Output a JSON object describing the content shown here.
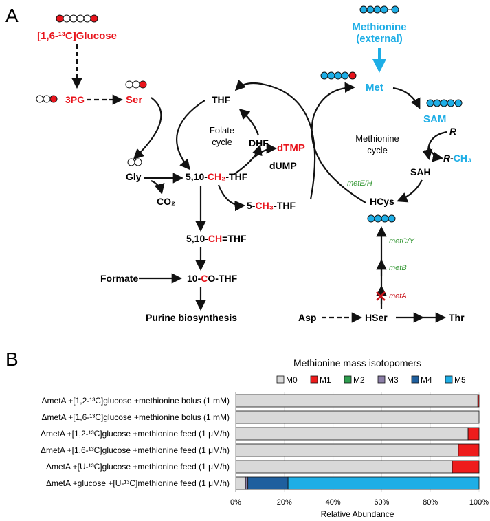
{
  "panel_a": {
    "letter": "A",
    "nodes": {
      "glucose": "[1,6-¹³C]Glucose",
      "pg3": "3PG",
      "ser": "Ser",
      "thf": "THF",
      "folate1": "Folate",
      "folate2": "cycle",
      "dhf": "DHF",
      "dtmp": "dTMP",
      "dump": "dUMP",
      "gly": "Gly",
      "co2": "CO₂",
      "ch2_pre": "5,10-",
      "ch2_mid": "CH₂",
      "ch2_post": "-THF",
      "ch3_pre": "5-",
      "ch3_mid": "CH₃",
      "ch3_post": "-THF",
      "ch_pre": "5,10-",
      "ch_mid": "CH",
      "ch_post": "=THF",
      "formate": "Formate",
      "co_pre": "10-",
      "co_mid": "C",
      "co_post": "O-THF",
      "purine": "Purine biosynthesis",
      "met_ext1": "Methionine",
      "met_ext2": "(external)",
      "met": "Met",
      "sam": "SAM",
      "r": "R",
      "rch3_r": "R",
      "rch3_dash": "-",
      "rch3_ch3": "CH₃",
      "meth1": "Methionine",
      "meth2": "cycle",
      "sah": "SAH",
      "hcys": "HCys",
      "asp": "Asp",
      "hser": "HSer",
      "thr": "Thr"
    },
    "enzymes": {
      "metEH": "metE/H",
      "metCY": "metC/Y",
      "metB": "metB",
      "metA": "metA"
    }
  },
  "panel_b": {
    "letter": "B"
  },
  "colors": {
    "label_red": "#e8141c",
    "met_blue": "#1eaee6",
    "enzyme_green": "#3a9a3a",
    "enzyme_red": "#c8141c"
  },
  "chart_data": {
    "type": "bar",
    "orientation": "horizontal",
    "stacked": true,
    "title": "Methionine mass  isotopomers",
    "xlabel": "Relative Abundance",
    "xlim": [
      0,
      100
    ],
    "xticks": [
      "0%",
      "20%",
      "40%",
      "60%",
      "80%",
      "100%"
    ],
    "legend_position": "top",
    "categories": [
      "ΔmetA +[1,2-¹³C]glucose +methionine bolus (1 mM)",
      "ΔmetA +[1,6-¹³C]glucose +methionine bolus (1 mM)",
      "ΔmetA +[1,2-¹³C]glucose +methionine feed (1 μM/h)",
      "ΔmetA +[1,6-¹³C]glucose +methionine feed (1 μM/h)",
      "ΔmetA +[U-¹³C]glucose +methionine feed (1 μM/h)",
      "ΔmetA +glucose +[U-¹³C]methionine feed (1 μM/h)"
    ],
    "series": [
      {
        "name": "M0",
        "color": "#d9d9d9",
        "values": [
          99.5,
          100,
          95.5,
          91.5,
          89,
          4
        ]
      },
      {
        "name": "M1",
        "color": "#ee1c1c",
        "values": [
          0.5,
          0,
          4.5,
          8.5,
          11,
          0
        ]
      },
      {
        "name": "M2",
        "color": "#2e9e4f",
        "values": [
          0,
          0,
          0,
          0,
          0,
          0
        ]
      },
      {
        "name": "M3",
        "color": "#8c7fa8",
        "values": [
          0,
          0,
          0,
          0,
          0,
          1
        ]
      },
      {
        "name": "M4",
        "color": "#1f5f9e",
        "values": [
          0,
          0,
          0,
          0,
          0,
          16.5
        ]
      },
      {
        "name": "M5",
        "color": "#1eaee6",
        "values": [
          0,
          0,
          0,
          0,
          0,
          78.5
        ]
      }
    ]
  }
}
